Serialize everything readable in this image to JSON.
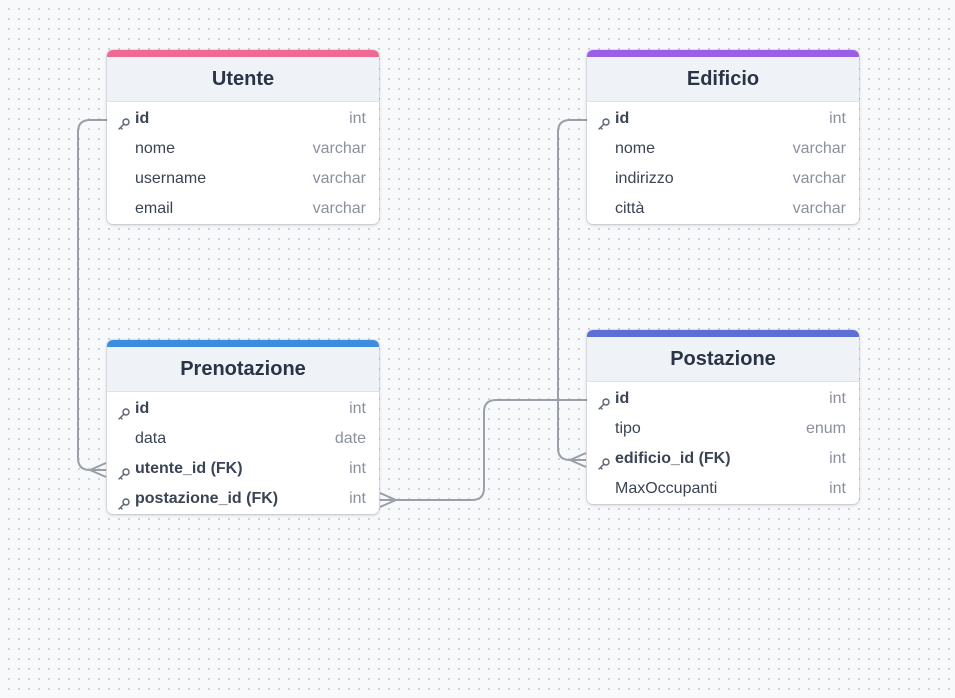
{
  "diagram": {
    "entities": [
      {
        "id": "utente",
        "title": "Utente",
        "color": "#ee6a93",
        "fields": [
          {
            "name": "id",
            "type": "int",
            "key": true
          },
          {
            "name": "nome",
            "type": "varchar",
            "key": false
          },
          {
            "name": "username",
            "type": "varchar",
            "key": false
          },
          {
            "name": "email",
            "type": "varchar",
            "key": false
          }
        ]
      },
      {
        "id": "edificio",
        "title": "Edificio",
        "color": "#9a5fe6",
        "fields": [
          {
            "name": "id",
            "type": "int",
            "key": true
          },
          {
            "name": "nome",
            "type": "varchar",
            "key": false
          },
          {
            "name": "indirizzo",
            "type": "varchar",
            "key": false
          },
          {
            "name": "città",
            "type": "varchar",
            "key": false
          }
        ]
      },
      {
        "id": "prenotazione",
        "title": "Prenotazione",
        "color": "#3a8ddf",
        "fields": [
          {
            "name": "id",
            "type": "int",
            "key": true
          },
          {
            "name": "data",
            "type": "date",
            "key": false
          },
          {
            "name": "utente_id (FK)",
            "type": "int",
            "key": true
          },
          {
            "name": "postazione_id (FK)",
            "type": "int",
            "key": true
          }
        ]
      },
      {
        "id": "postazione",
        "title": "Postazione",
        "color": "#5b6fd4",
        "fields": [
          {
            "name": "id",
            "type": "int",
            "key": true
          },
          {
            "name": "tipo",
            "type": "enum",
            "key": false
          },
          {
            "name": "edificio_id (FK)",
            "type": "int",
            "key": true
          },
          {
            "name": "MaxOccupanti",
            "type": "int",
            "key": false
          }
        ]
      }
    ],
    "relationships": [
      {
        "from": "utente.id",
        "to": "prenotazione.utente_id (FK)",
        "cardinality": "one-to-many"
      },
      {
        "from": "postazione.id",
        "to": "prenotazione.postazione_id (FK)",
        "cardinality": "one-to-many"
      },
      {
        "from": "edificio.id",
        "to": "postazione.edificio_id (FK)",
        "cardinality": "one-to-many"
      }
    ],
    "icons": {
      "key": "key-icon"
    }
  }
}
